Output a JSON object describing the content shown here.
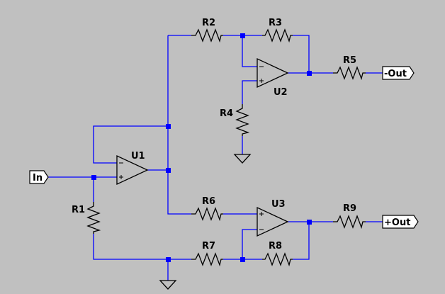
{
  "canvas_color": "#c0c0c0",
  "wire_color": "#0000ff",
  "component_color": "#000000",
  "ports": {
    "input": "In",
    "negative_output": "-Out",
    "positive_output": "+Out"
  },
  "resistors": {
    "r1": "R1",
    "r2": "R2",
    "r3": "R3",
    "r4": "R4",
    "r5": "R5",
    "r6": "R6",
    "r7": "R7",
    "r8": "R8",
    "r9": "R9"
  },
  "opamps": {
    "u1": "U1",
    "u2": "U2",
    "u3": "U3"
  }
}
